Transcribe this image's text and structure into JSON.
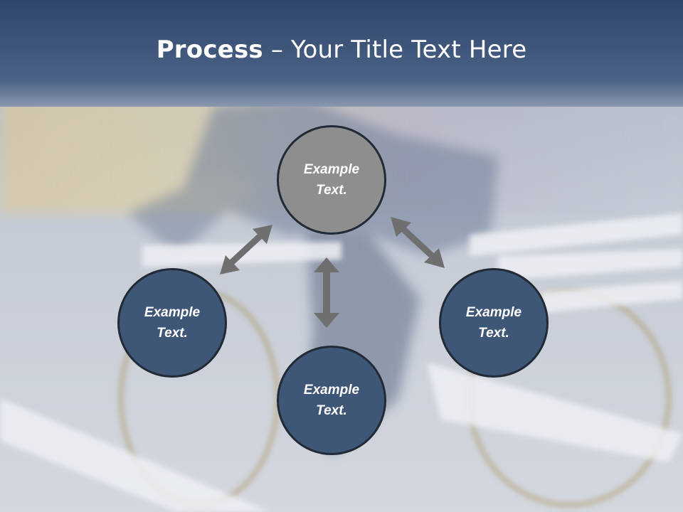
{
  "slide": {
    "title_strong": "Process",
    "title_rest": " – Your Title Text Here"
  },
  "nodes": {
    "top": {
      "line1": "Example",
      "line2": "Text."
    },
    "left": {
      "line1": "Example",
      "line2": "Text."
    },
    "right": {
      "line1": "Example",
      "line2": "Text."
    },
    "bottom": {
      "line1": "Example",
      "line2": "Text."
    }
  },
  "colors": {
    "title_bar": "#3a5378",
    "node_blue": "#3f5777",
    "node_grey": "#8e8e8e",
    "arrow": "#6f6f6f"
  }
}
